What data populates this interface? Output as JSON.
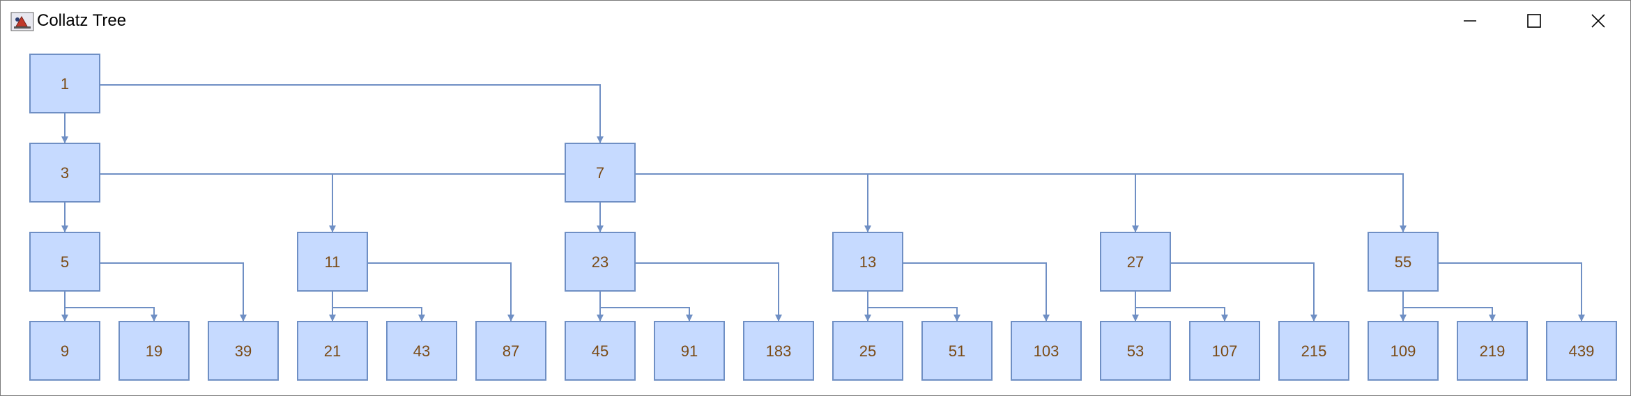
{
  "window": {
    "title": "Collatz Tree",
    "controls": {
      "minimize": "minimize-icon",
      "maximize": "maximize-icon",
      "close": "close-icon"
    }
  },
  "colors": {
    "node_fill": "#c6daff",
    "node_border": "#6f8fc4",
    "edge": "#6f8fc4",
    "label": "#7a4a14"
  },
  "tree": {
    "nodes": [
      {
        "id": "n1",
        "label": "1"
      },
      {
        "id": "n7",
        "label": "7"
      },
      {
        "id": "n3",
        "label": "3"
      },
      {
        "id": "n5",
        "label": "5"
      },
      {
        "id": "n11",
        "label": "11"
      },
      {
        "id": "n23",
        "label": "23"
      },
      {
        "id": "n13",
        "label": "13"
      },
      {
        "id": "n27",
        "label": "27"
      },
      {
        "id": "n55",
        "label": "55"
      },
      {
        "id": "n9",
        "label": "9"
      },
      {
        "id": "n19",
        "label": "19"
      },
      {
        "id": "n39",
        "label": "39"
      },
      {
        "id": "n21",
        "label": "21"
      },
      {
        "id": "n43",
        "label": "43"
      },
      {
        "id": "n87",
        "label": "87"
      },
      {
        "id": "n45",
        "label": "45"
      },
      {
        "id": "n91",
        "label": "91"
      },
      {
        "id": "n183",
        "label": "183"
      },
      {
        "id": "n25",
        "label": "25"
      },
      {
        "id": "n51",
        "label": "51"
      },
      {
        "id": "n103",
        "label": "103"
      },
      {
        "id": "n53",
        "label": "53"
      },
      {
        "id": "n107",
        "label": "107"
      },
      {
        "id": "n215",
        "label": "215"
      },
      {
        "id": "n109",
        "label": "109"
      },
      {
        "id": "n219",
        "label": "219"
      },
      {
        "id": "n439",
        "label": "439"
      }
    ],
    "edges": [
      [
        "n1",
        "n3"
      ],
      [
        "n1",
        "n7"
      ],
      [
        "n3",
        "n5"
      ],
      [
        "n3",
        "n11"
      ],
      [
        "n3",
        "n23"
      ],
      [
        "n7",
        "n13"
      ],
      [
        "n7",
        "n27"
      ],
      [
        "n7",
        "n55"
      ],
      [
        "n5",
        "n9"
      ],
      [
        "n5",
        "n19"
      ],
      [
        "n5",
        "n39"
      ],
      [
        "n11",
        "n21"
      ],
      [
        "n11",
        "n43"
      ],
      [
        "n11",
        "n87"
      ],
      [
        "n23",
        "n45"
      ],
      [
        "n23",
        "n91"
      ],
      [
        "n23",
        "n183"
      ],
      [
        "n13",
        "n25"
      ],
      [
        "n13",
        "n51"
      ],
      [
        "n13",
        "n103"
      ],
      [
        "n27",
        "n53"
      ],
      [
        "n27",
        "n107"
      ],
      [
        "n27",
        "n215"
      ],
      [
        "n55",
        "n109"
      ],
      [
        "n55",
        "n219"
      ],
      [
        "n55",
        "n439"
      ]
    ]
  }
}
